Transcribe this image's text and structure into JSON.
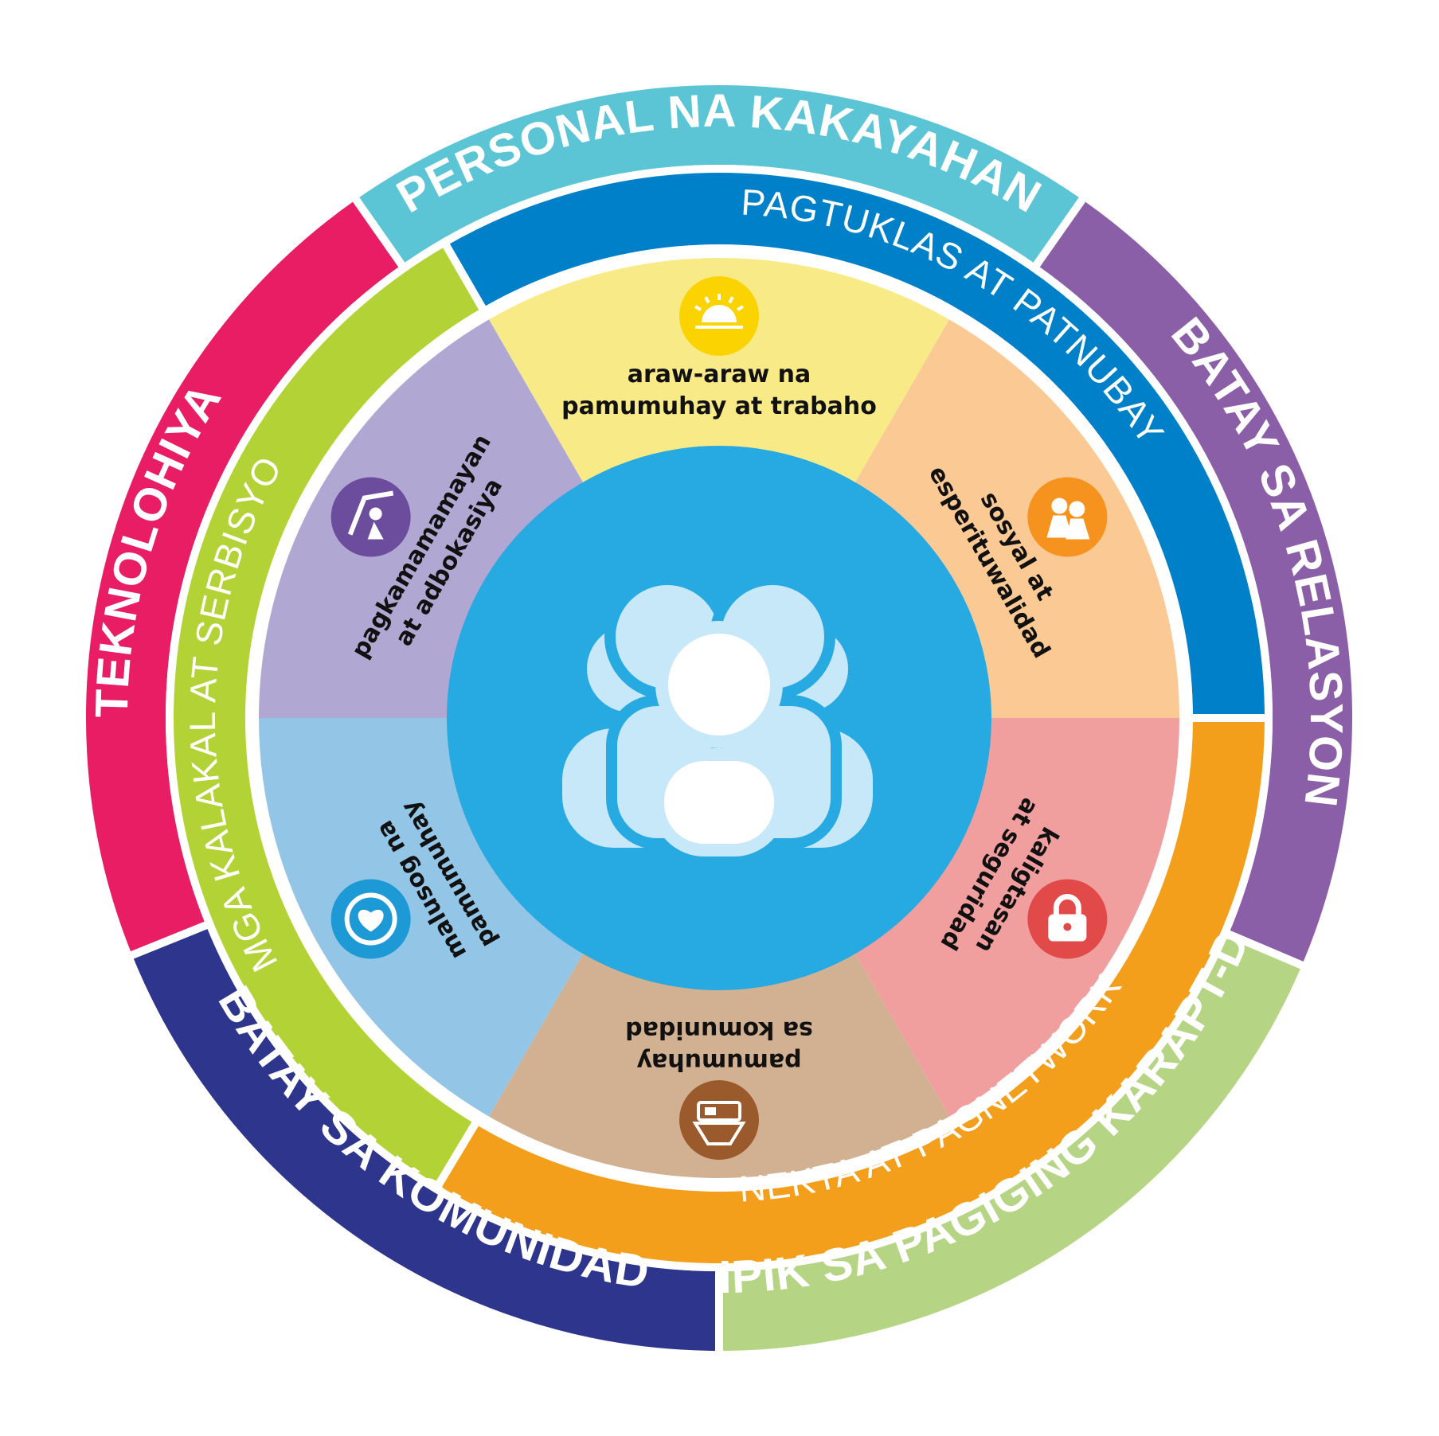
{
  "colors": {
    "background": "#ffffff",
    "hub": "#27a9e1",
    "people_light": "#c7e8f8"
  },
  "outer_ring": [
    {
      "label": "PERSONAL NA KAKAYAHAN",
      "color": "#5bc5d5"
    },
    {
      "label": "BATAY SA RELASYON",
      "color": "#8a5fa8"
    },
    {
      "label": "SPESIPIK SA PAGIGING KARAPT-DAPAT",
      "color": "#b5d584"
    },
    {
      "label": "BATAY SA KOMUNIDAD",
      "color": "#2e358c"
    },
    {
      "label": "TEKNOLOHIYA",
      "color": "#e91d63"
    }
  ],
  "middle_ring": [
    {
      "label": "PAGTUKLAS AT PATNUBAY",
      "color": "#0080c8"
    },
    {
      "label": "NEKTA AT PAGNETWORK",
      "color": "#f49f1c"
    },
    {
      "label": "MGA KALAKAL AT SERBISYO",
      "color": "#b3d235"
    }
  ],
  "segments": [
    {
      "lines": [
        "araw-araw na",
        "pamumuhay at trabaho"
      ],
      "color": "#f8ea87",
      "icon_color": "#fbd300",
      "icon": "sunrise-icon"
    },
    {
      "lines": [
        "sosyal at",
        "esperituwalidad"
      ],
      "color": "#fbc994",
      "icon_color": "#f6921e",
      "icon": "people-group-icon"
    },
    {
      "lines": [
        "kaligtasan",
        "at seguridad"
      ],
      "color": "#f09e9e",
      "icon_color": "#e24a4a",
      "icon": "lock-icon"
    },
    {
      "lines": [
        "pamumuhay",
        "sa komunidad"
      ],
      "color": "#d1b192",
      "icon_color": "#9b5a2b",
      "icon": "shop-icon"
    },
    {
      "lines": [
        "malusog na",
        "pamumuhay"
      ],
      "color": "#92c5e6",
      "icon_color": "#1d9ad6",
      "icon": "heart-health-icon"
    },
    {
      "lines": [
        "pagkamamamayan",
        "at adbokasiya"
      ],
      "color": "#b0a8d3",
      "icon_color": "#6b4c9d",
      "icon": "advocacy-icon"
    }
  ]
}
